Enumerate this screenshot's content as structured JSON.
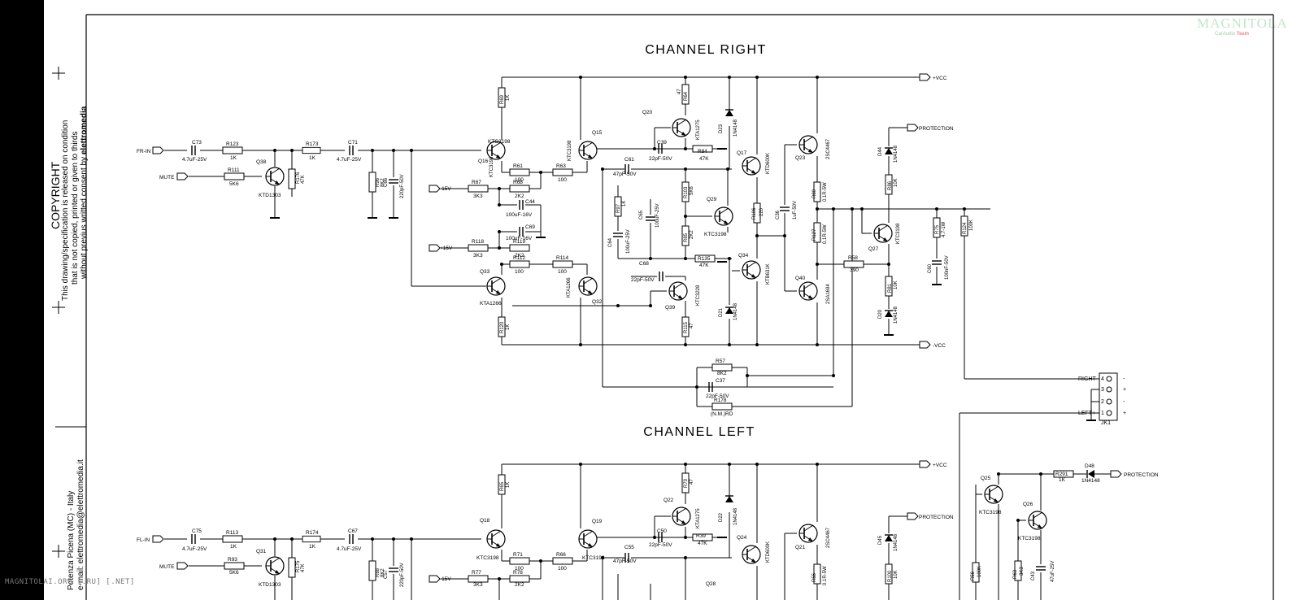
{
  "copyright": {
    "heading": "COPYRIGHT",
    "line1": "This drawing/specification is released on condition",
    "line2": "that is not copied, printed or given to thirds",
    "line3": "without previus writted consent by",
    "company": "elettromedia"
  },
  "address": {
    "line1": "Potenza Picena (MC) - Italy",
    "line2": "e-mail: elettromedia@elettromedia.it"
  },
  "watermark": {
    "brand": "MAGNITOLA",
    "team": "CarAudio",
    "team_accent": "Team"
  },
  "footer_watermark": "MAGNITOLAI.ORG [.RU] [.NET]",
  "headings": {
    "right": "CHANNEL   RIGHT",
    "left": "CHANNEL   LEFT"
  },
  "nets": {
    "vcc_pos": "+VCC",
    "vcc_neg": "-VCC",
    "protection": "PROTECTION",
    "fr_in": "FR-IN",
    "fl_in": "FL-IN",
    "mute": "MUTE",
    "neg15": "-15V",
    "pos15": "+15V"
  },
  "connector": {
    "name": "JK1",
    "pins": [
      {
        "label": "RIGHT-",
        "num": "4",
        "sign": "-"
      },
      {
        "label": "",
        "num": "3",
        "sign": "+"
      },
      {
        "label": "",
        "num": "2",
        "sign": "-"
      },
      {
        "label": "LEFT+",
        "num": "1",
        "sign": "+"
      }
    ]
  },
  "labels": {
    "c73": "C73",
    "c73v": "4.7uF-25V",
    "r123": "R123",
    "r123v": "1K",
    "r111": "R111",
    "r111v": "5K6",
    "q38": "Q38",
    "q38t": "KTD1303",
    "r176": "R176",
    "r176v": "47K",
    "r173": "R173",
    "r173v": "1K",
    "c71": "C71",
    "c71v": "4.7uF-25V",
    "r96": "R96",
    "r96v": "8K2",
    "c66": "C66",
    "c66v": "220pF-50V",
    "r69": "R69",
    "r69v": "1K",
    "q16": "Q16",
    "q16t": "KTC3198",
    "q15": "Q15",
    "q15t": "KTC3198",
    "r61": "R61",
    "r61v": "100",
    "r63": "R63",
    "r63v": "100",
    "r67": "R67",
    "r67v": "3K3",
    "r68": "R68",
    "r68v": "2K2",
    "c44": "C44",
    "c44v": "100uF-16V",
    "c69": "C69",
    "c69v": "100uF-16V",
    "r118": "R118",
    "r118v": "3K3",
    "r119": "R119",
    "r119v": "2K2",
    "r112": "R112",
    "r112v": "100",
    "r114": "R114",
    "r114v": "100",
    "q33": "Q33",
    "q33t": "KTA1266",
    "q32": "Q32",
    "q32t": "KTA1266",
    "r120": "R120",
    "r120v": "1K",
    "r64": "R64",
    "r64v": "47",
    "q20": "Q20",
    "q20t": "KTA1275",
    "c39": "C39",
    "c39v": "22pF-50V",
    "r84": "R84",
    "r84v": "47K",
    "c61": "C61",
    "c61v": "47pF-50V",
    "r97": "R97",
    "r97v": "1K",
    "c65": "C65",
    "c65v": "100uF-25V",
    "c64": "C64",
    "c64v": "100uF-25V",
    "r103": "R103",
    "r103v": "5K6",
    "q29": "Q29",
    "q29t": "KTC3198",
    "r85": "R85",
    "r85v": "2K2",
    "r135": "R135",
    "r135v": "47K",
    "c68": "C68",
    "c68v": "22pF-50V",
    "q39": "Q39",
    "q39t": "KTC3228",
    "r115": "R115",
    "r115v": "47",
    "d23": "D23",
    "d23t": "1N4148",
    "d21": "D21",
    "d21t": "1N4148",
    "q17": "Q17",
    "q17t": "KTD600K",
    "q34": "Q34",
    "q34t": "KTB631K",
    "r106": "R106",
    "r106v": "220",
    "c36": "C36",
    "c36v": "1uF-50V",
    "q23": "Q23",
    "q23t": "2SC4467",
    "q40": "Q40",
    "q40t": "2SA1694",
    "r80": "R80",
    "r80v": "0.1R-5W",
    "r127": "R127",
    "r127v": "0.1R-5W",
    "r58": "R58",
    "r58v": "390",
    "d44": "D44",
    "d44t": "1N4148",
    "r86": "R86",
    "r86v": "10K",
    "q27": "Q27",
    "q27t": "KTC3198",
    "r81": "R81",
    "r81v": "10K",
    "d20": "D20",
    "d20t": "1N4148",
    "r75": "R75",
    "r75v": "4.7-1W",
    "c60": "C60",
    "c60v": "100nF-50V",
    "r124": "R124",
    "r124v": "100K",
    "r57": "R57",
    "r57v": "8K2",
    "c37": "C37",
    "c37v": "22pF-50V",
    "r178": "R178",
    "r178v": "(N.M.)RD",
    "c75": "C75",
    "c75v": "4.7uF-25V",
    "r113": "R113",
    "r113v": "1K",
    "r93": "R93",
    "r93v": "5K6",
    "q31": "Q31",
    "q31t": "KTD1303",
    "r175": "R175",
    "r175v": "47K",
    "r174": "R174",
    "r174v": "1K",
    "c67": "C67",
    "c67v": "4.7uF-25V",
    "r88": "R88",
    "r88v": "8K2",
    "c57": "C57",
    "c57v": "220pF-50V",
    "r65": "R65",
    "r65v": "1K",
    "q18": "Q18",
    "q18t": "KTC3198",
    "q19": "Q19",
    "q19t": "KTC3198",
    "r71": "R71",
    "r71v": "100",
    "r66": "R66",
    "r66v": "100",
    "r77": "R77",
    "r77v": "3K3",
    "r78": "R78",
    "r78v": "2K2",
    "r70": "R70",
    "r70v": "47",
    "q22": "Q22",
    "q22t": "KTA1275",
    "c50": "C50",
    "c50v": "22pF-50V",
    "r39": "R39",
    "r39v": "47K",
    "c55": "C55",
    "c55v": "47pF-50V",
    "d22": "D22",
    "d22t": "1N4148",
    "q24": "Q24",
    "q24t": "KTD600K",
    "q21": "Q21",
    "q21t": "2SC4467",
    "r55": "R55",
    "r55v": "0.1R-5W",
    "d45": "D45",
    "d45t": "1N4148",
    "r100": "R100",
    "r100v": "10K",
    "q28": "Q28",
    "q25": "Q25",
    "q25t": "KTC3198",
    "q26": "Q26",
    "q26t": "KTC3198",
    "r291": "R291",
    "r291v": "1K",
    "d48": "D48",
    "d48t": "1N4148",
    "r56": "R56",
    "r56v": "100K",
    "r63b": "R63",
    "r63bv": "3K3",
    "c43": "C43",
    "c43v": "47uF-25V"
  }
}
